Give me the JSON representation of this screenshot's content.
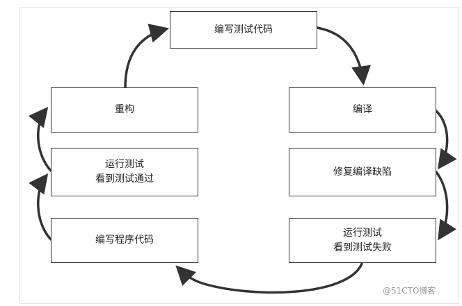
{
  "diagram": {
    "boxes": {
      "write_test": "编写测试代码",
      "refactor": "重构",
      "run_pass_line1": "运行测试",
      "run_pass_line2": "看到测试通过",
      "write_code": "编写程序代码",
      "compile": "编译",
      "fix_compile": "修复编译缺陷",
      "run_fail_line1": "运行测试",
      "run_fail_line2": "看到测试失败"
    },
    "flow": [
      "编写测试代码 → 编译",
      "编译 → 修复编译缺陷",
      "修复编译缺陷 → 运行测试 看到测试失败",
      "运行测试 看到测试失败 → 编写程序代码",
      "编写程序代码 → 运行测试 看到测试通过",
      "运行测试 看到测试通过 → 重构",
      "重构 → 编写测试代码"
    ],
    "colors": {
      "arrow": "#333333",
      "box_border": "#333333",
      "text": "#222222"
    }
  },
  "watermark": {
    "text": "@51CTO博客"
  }
}
